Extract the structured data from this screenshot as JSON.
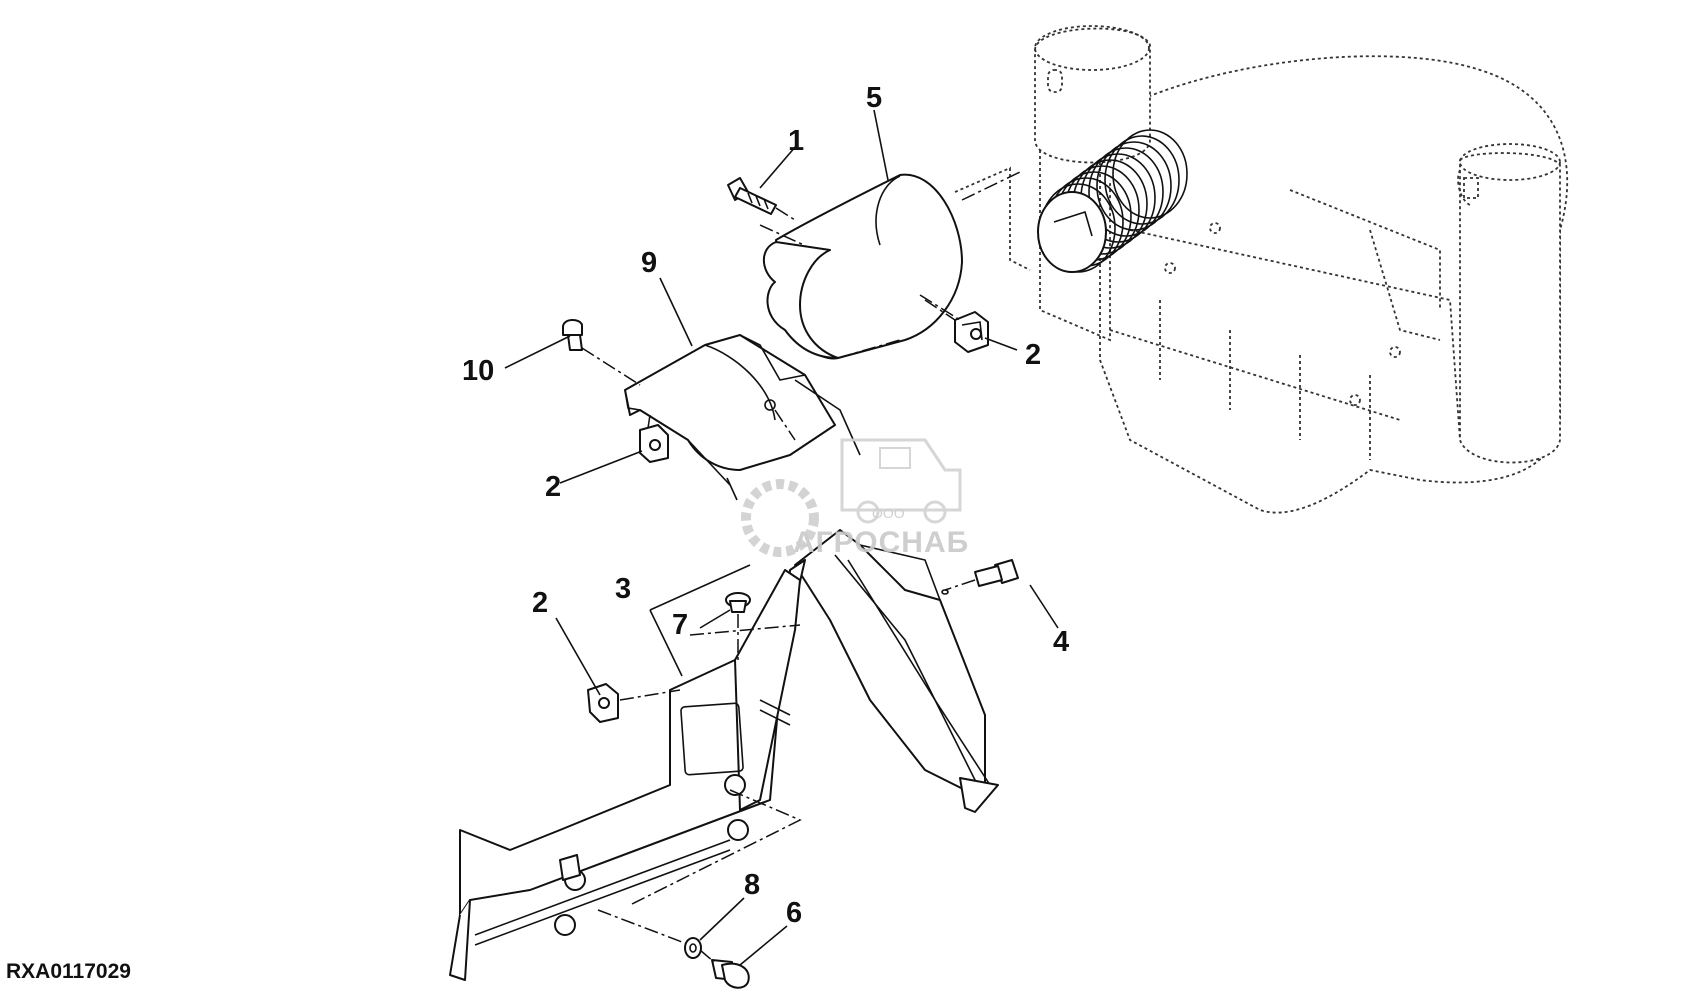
{
  "figure_id": "RXA0117029",
  "watermark": {
    "company_prefix": "ООО",
    "company_name": "АГРОСНАБ"
  },
  "callouts": [
    {
      "id": "c1",
      "label": "1"
    },
    {
      "id": "c5",
      "label": "5"
    },
    {
      "id": "c9",
      "label": "9"
    },
    {
      "id": "c10",
      "label": "10"
    },
    {
      "id": "c2a",
      "label": "2"
    },
    {
      "id": "c2b",
      "label": "2"
    },
    {
      "id": "c2c",
      "label": "2"
    },
    {
      "id": "c3",
      "label": "3"
    },
    {
      "id": "c7",
      "label": "7"
    },
    {
      "id": "c4",
      "label": "4"
    },
    {
      "id": "c8",
      "label": "8"
    },
    {
      "id": "c6",
      "label": "6"
    }
  ]
}
